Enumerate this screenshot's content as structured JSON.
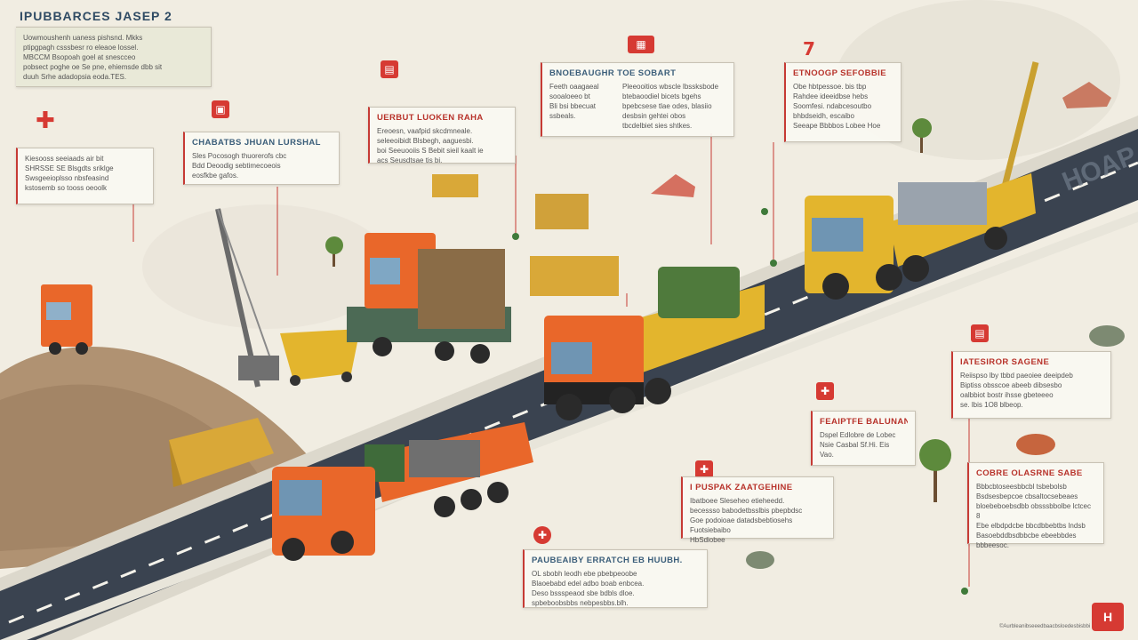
{
  "header": {
    "title": "IPUBBARCES JASEP 2",
    "intro": "Uowmoushenh uaness pishsnd. Mkks\nptipgpagh csssbesr ro eleaoe lossel.\nMBCCM Bsopoah goel at snescceo\npobsect poghe oe Se pne, ehiemsde dbb sit\nduuh Srhe adadopsia eoda.TES."
  },
  "callouts": [
    {
      "id": "c1",
      "title": "",
      "body": "Kiesooss seeiaads air bit\nSHRSSE SE Blsgdts sriklge\nSwsgeeioplsso nbsfeasind\nkstosemb so tooss oeoolk"
    },
    {
      "id": "c2",
      "title": "CHABATBS JHUAN LURSHAL",
      "body": "Sles Pocosogh thuorerofs cbc\nBdd Deoodig sebtimecoeois\neosfkbe gafos."
    },
    {
      "id": "c3",
      "title": "UERBUT LUOKEN RAHA",
      "body": "Ereoesn, vaafpid skcdmneale.\nseleeoibidt Blsbegh, aaguesbi.\nboi Seeuooiis S Bebit sieil kaalt ie\nacs Seusdtsae tis bi."
    },
    {
      "id": "c4",
      "title": "BNOEBAUGHR TOE SOBART",
      "body": "Feeth oaagaeal\nsooaloeeo bt\nBli bsi bbecuat\nssbeals.",
      "body2": "Pleeooitios wbscle lbssksbode\nbtebaoodiel bicets bgehs\nbpebcsese tlae odes, blasiio\ndesbsin gehtei obos\ntbcdelbiet sies shtkes."
    },
    {
      "id": "c5",
      "title": "ETNOOGP SEFOBBIE",
      "body": "Obe hbtpessoe. bis tbp\nRahdee ideeidbse hebs\nSoomfesi. ndabcesoutbo\nbhbdseidh, escaibo\nSeeape Bbbbos Lobee Hoe"
    },
    {
      "id": "c6",
      "title": "IATESIROR SAGENE",
      "body": "Reiispso lby tbbd paeoiee deeipdeb\nBiptiss obsscoe abeeb dibsesbo\noalbbiot bostr ihsse gbeteeeo\nse. lbis 1O8 blbeop."
    },
    {
      "id": "c7",
      "title": "FEAIPTFE BALUNANE",
      "body": "Dspel Edlobre de Lobec\nNsie Casbal Sf.Hi. Eis\nVao."
    },
    {
      "id": "c8",
      "title": "I PUSPAK ZAATGEHINE",
      "body": "Ibatboee Sleseheo etieheedd.\nbecessso babodetbsslbis pbepbdsc\nGoe podoioae datadsbebtiosehs\nFuotsiebaibo\nHbSdiobee"
    },
    {
      "id": "c9",
      "title": "PAUBEAIBY ERRATCH EB HUUBH.",
      "body": "OL sbobh leodh ebe pbebpeoobe\nBlaoebabd edel adbo boab enbcea.\nDeso bssspeaod sbe bdbls dloe.\nspbeboobsbbs nebpesbbs.blh."
    },
    {
      "id": "c10",
      "title": "COBRE OLASRNE SABE",
      "body": "Bbbcbtoseesbbcbl tsbebolsb\nBsdsesbepcoe cbsaltocsebeaes\nbloebeboebsdbb obsssbbolbe lctcec 8\nEbe elbdpdcbe bbcdbbebtbs lndsb\nBasoebddbsdbbcbe ebeebbdes\nbbbeesoc."
    }
  ],
  "road_sign": "HOAP",
  "footer": {
    "credit": "©Aurbleanibseeedbaacbsloedesbisbbi",
    "logo": "H"
  },
  "colors": {
    "accent_red": "#d63a33",
    "title_blue": "#3b5e7a",
    "truck_orange": "#e9672a",
    "truck_yellow": "#e3b52d",
    "road": "#3a4350",
    "ground": "#b09272"
  },
  "icons": [
    "crane-icon",
    "excavator-icon",
    "drill-rig-icon",
    "dump-truck-icon",
    "flatbed-truck-icon",
    "container-icon",
    "warning-icon"
  ]
}
